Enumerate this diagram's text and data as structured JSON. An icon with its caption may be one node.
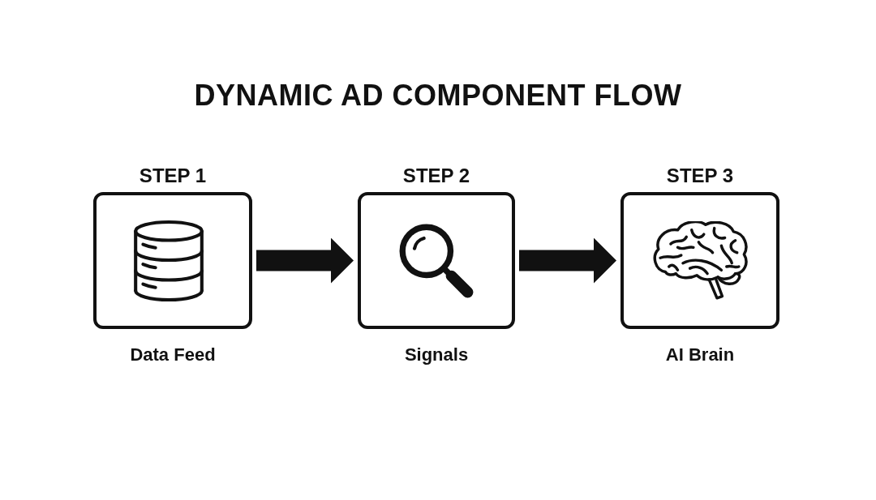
{
  "diagram": {
    "title": "DYNAMIC AD COMPONENT FLOW",
    "nodes": [
      {
        "text": [
          "STEP 1",
          "Data Feed"
        ]
      },
      {
        "text": [
          "STEP 2",
          "Signals"
        ]
      },
      {
        "text": [
          "STEP 3",
          "AI Brain"
        ]
      }
    ],
    "edges": [
      {
        "from": 0,
        "to": 1,
        "arrow": "to"
      },
      {
        "from": 1,
        "to": 2,
        "arrow": "to"
      }
    ]
  }
}
